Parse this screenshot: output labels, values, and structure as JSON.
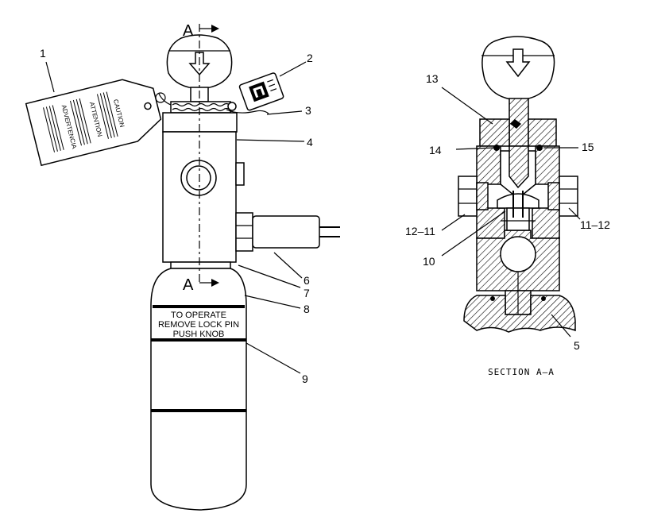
{
  "section_marker": "A",
  "labels": {
    "l1": "1",
    "l2": "2",
    "l3": "3",
    "l4": "4",
    "l5": "5",
    "l6": "6",
    "l7": "7",
    "l8": "8",
    "l9": "9",
    "l10": "10",
    "l11_12_left": "12–11",
    "l11_12_right": "11–12",
    "l13": "13",
    "l14": "14",
    "l15": "15"
  },
  "tag": {
    "caution": "CAUTION",
    "attention": "ATTENTION",
    "advertencia": "ADVERTENCIA"
  },
  "cylinder_band": {
    "line1": "TO OPERATE",
    "line2": "REMOVE LOCK PIN",
    "line3": "PUSH KNOB"
  },
  "section_caption": "SECTION A–A"
}
